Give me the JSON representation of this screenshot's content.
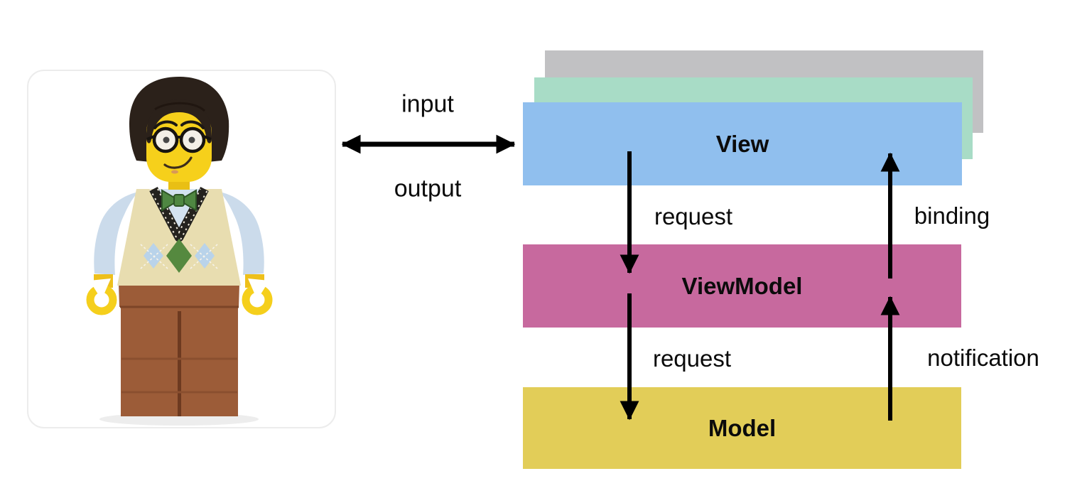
{
  "colors": {
    "layer-gray": "#c1c1c3",
    "layer-teal": "#a8dcc6",
    "layer-view": "#90bfee",
    "layer-viewmodel": "#c7699e",
    "layer-model": "#e2cd58",
    "arrow": "#000000"
  },
  "user": {
    "input_label": "input",
    "output_label": "output"
  },
  "stack": {
    "view_label": "View",
    "viewmodel_label": "ViewModel",
    "model_label": "Model"
  },
  "flows": {
    "view_to_viewmodel": "request",
    "viewmodel_to_view": "binding",
    "viewmodel_to_model": "request",
    "model_to_viewmodel": "notification"
  }
}
